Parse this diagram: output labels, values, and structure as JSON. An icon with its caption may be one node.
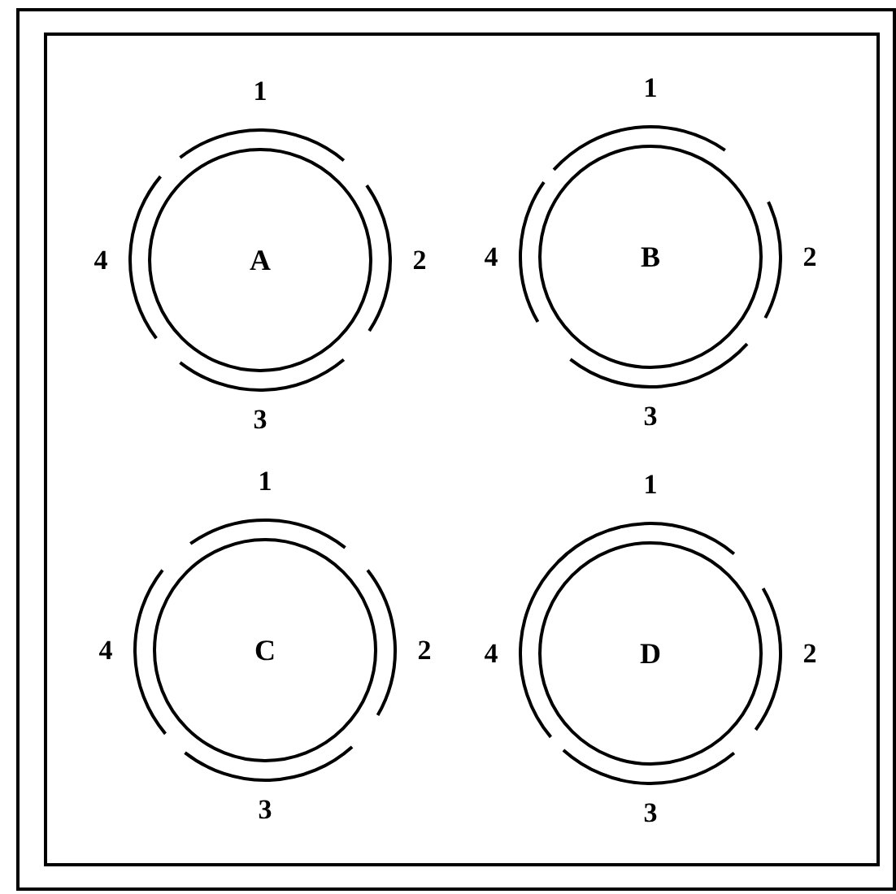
{
  "diagram": {
    "nodes": [
      {
        "text": [
          "A"
        ],
        "beside": [
          "1",
          "2",
          "3",
          "4"
        ]
      },
      {
        "text": [
          "B"
        ],
        "beside": [
          "1",
          "2",
          "3",
          "4"
        ]
      },
      {
        "text": [
          "C"
        ],
        "beside": [
          "1",
          "2",
          "3",
          "4"
        ]
      },
      {
        "text": [
          "D"
        ],
        "beside": [
          "1",
          "2",
          "3",
          "4"
        ]
      }
    ]
  }
}
